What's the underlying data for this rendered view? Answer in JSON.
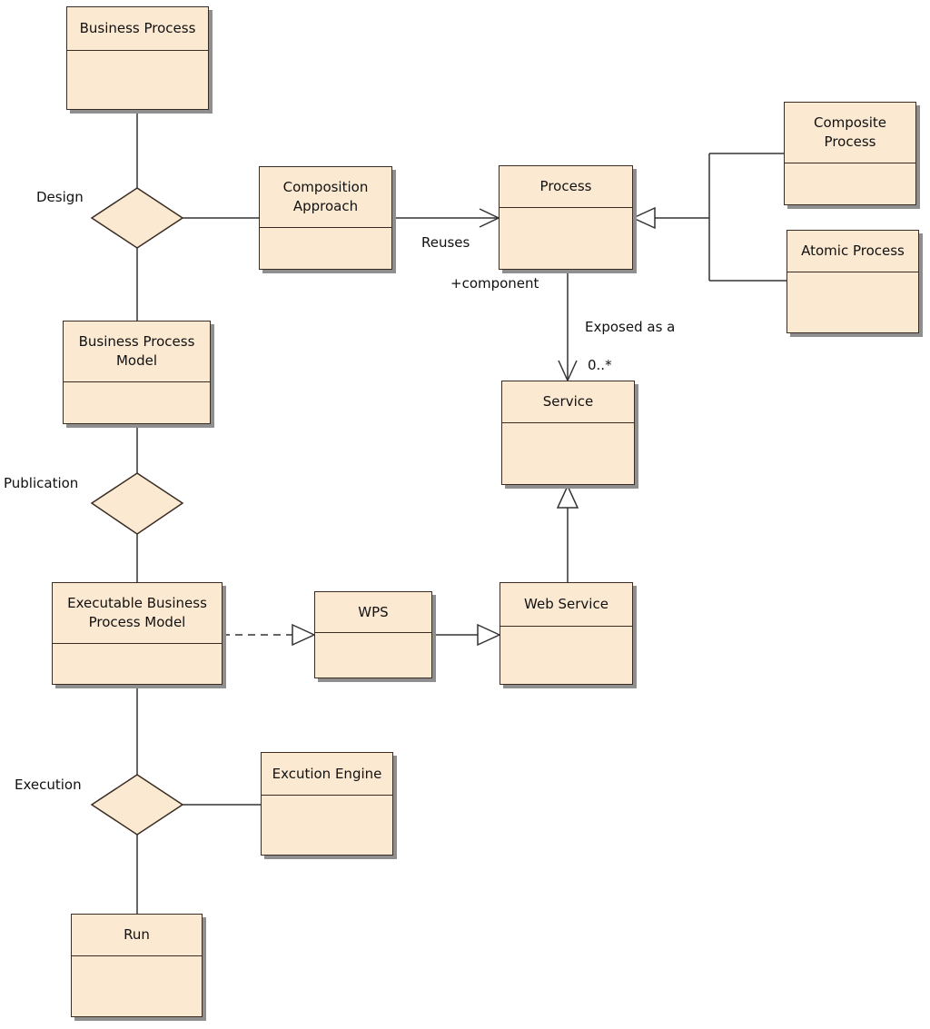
{
  "colors": {
    "fill": "#fbe9d2",
    "stroke": "#3a2c22",
    "shadow": "#8f8f8f"
  },
  "classes": {
    "business_process": "Business Process",
    "composition_approach": "Composition\nApproach",
    "process": "Process",
    "composite_process": "Composite\nProcess",
    "atomic_process": "Atomic Process",
    "business_process_model": "Business Process\nModel",
    "service": "Service",
    "executable_model": "Executable Business\nProcess Model",
    "wps": "WPS",
    "web_service": "Web Service",
    "execution_engine": "Excution Engine",
    "run": "Run"
  },
  "labels": {
    "design": "Design",
    "publication": "Publication",
    "execution": "Execution",
    "reuses": "Reuses",
    "component": "+component",
    "exposed_as": "Exposed as a",
    "multiplicity": "0..*"
  }
}
